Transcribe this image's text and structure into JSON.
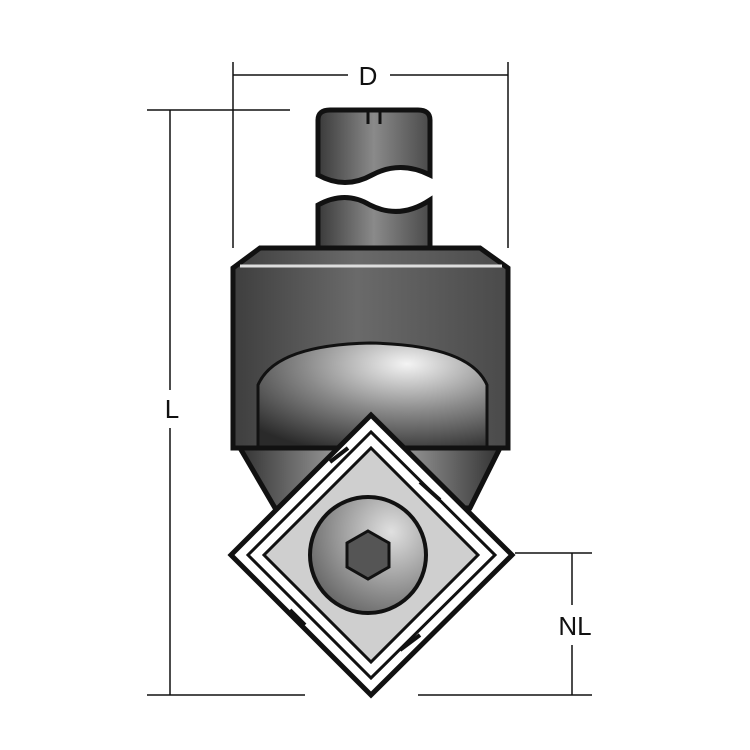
{
  "diagram": {
    "labels": {
      "diameter": "D",
      "length": "L",
      "insert_length": "NL"
    },
    "colors": {
      "outline": "#111111",
      "body": "#5a5a5a",
      "light": "#d8d8d8",
      "background": "#ffffff"
    }
  }
}
